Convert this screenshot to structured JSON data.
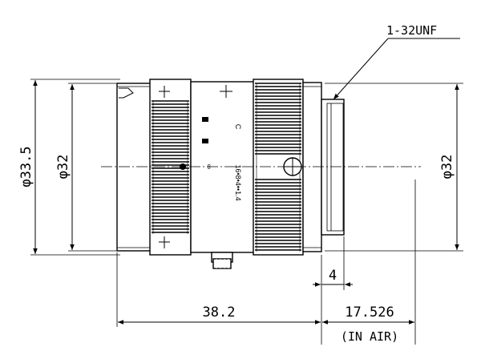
{
  "thread_label": "1-32UNF",
  "dimensions": {
    "overall_diameter": "φ33.5",
    "front_diameter": "φ32",
    "rear_diameter": "φ32",
    "mount_depth": "4",
    "body_length": "38.2",
    "flange_back": "17.526",
    "flange_back_note": "(IN AIR)"
  },
  "lens_markings": {
    "mount_letter": "C",
    "aperture_scale": "16•8•4••1.4",
    "infinity_mark": "∞"
  },
  "colors": {
    "line": "#000000",
    "background": "#ffffff",
    "shading": "#e6e6e6"
  }
}
